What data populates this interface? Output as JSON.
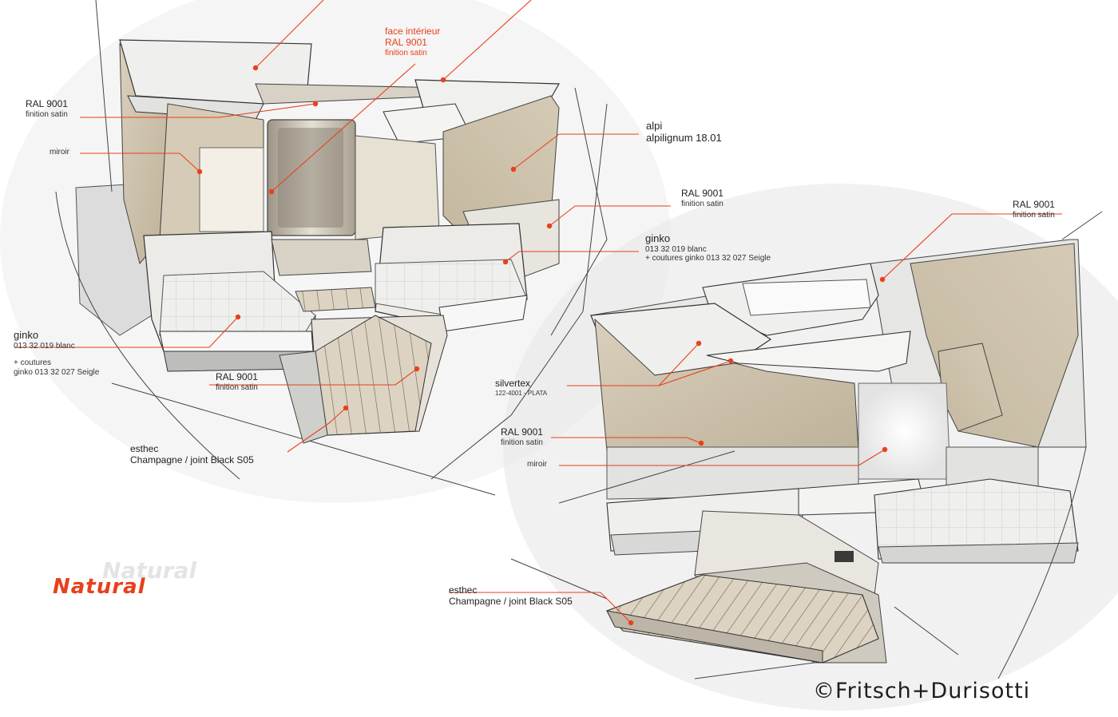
{
  "colors": {
    "accent": "#e8401c",
    "wood": "#cfc3ad",
    "cushion": "#f2f2f0",
    "deck": "#d8cfbf",
    "line": "#2a2a2a"
  },
  "labels": {
    "face_interieur": {
      "title": "face intérieur",
      "line2": "RAL 9001",
      "line3": "finition satin"
    },
    "ral_top_left": {
      "title": "RAL 9001",
      "sub": "finition satin"
    },
    "miroir_left": {
      "title": "miroir"
    },
    "alpi": {
      "title": "alpi",
      "sub": "alpilignum 18.01"
    },
    "ral_mid": {
      "title": "RAL 9001",
      "sub": "finition satin"
    },
    "ginko_right": {
      "title": "ginko",
      "sub1": "013 32 019 blanc",
      "sub2": "+ coutures ginko 013 32 027 Seigle"
    },
    "ginko_left": {
      "title": "ginko",
      "sub1": "013 32 019 blanc",
      "sub2": "+ coutures",
      "sub3": "ginko 013 32 027 Seigle"
    },
    "ral_floor": {
      "title": "RAL 9001",
      "sub": "finition satin"
    },
    "esthec_left": {
      "title": "esthec",
      "sub": "Champagne / joint Black S05"
    },
    "ral_right_top": {
      "title": "RAL 9001",
      "sub": "finition satin"
    },
    "silvertex": {
      "title": "silvertex",
      "sub": "122-4001 - PLATA"
    },
    "ral_right_mid": {
      "title": "RAL 9001",
      "sub": "finition satin"
    },
    "miroir_right": {
      "title": "miroir"
    },
    "esthec_right": {
      "title": "esthec",
      "sub": "Champagne / joint Black S05"
    }
  },
  "brand": {
    "theme": "Natural",
    "logo": "©Fritsch+Durisotti"
  }
}
